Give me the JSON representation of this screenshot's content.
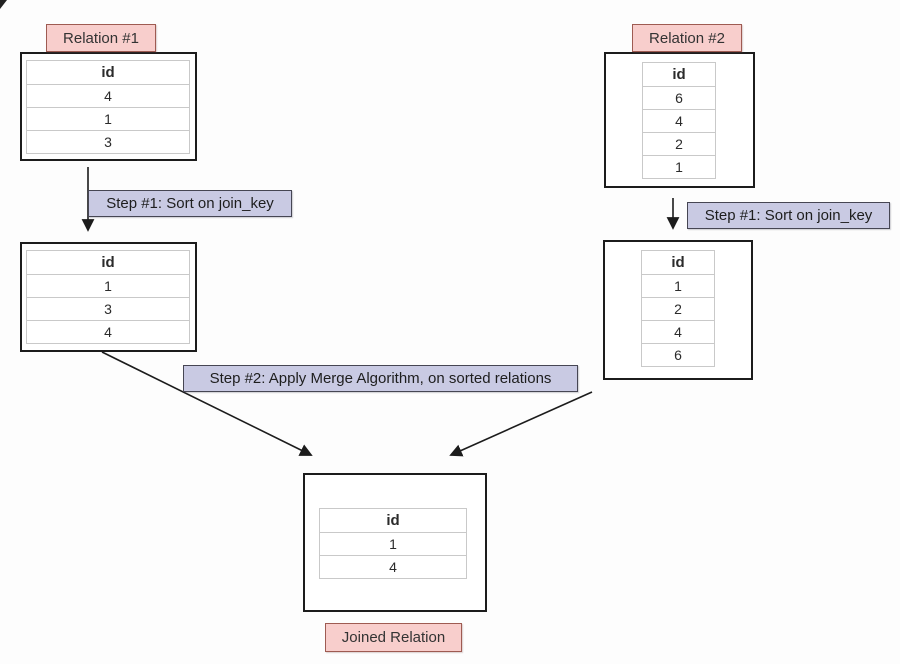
{
  "relation1": {
    "label": "Relation #1",
    "header": "id",
    "rows": [
      "4",
      "1",
      "3"
    ]
  },
  "relation1_sorted": {
    "header": "id",
    "rows": [
      "1",
      "3",
      "4"
    ]
  },
  "relation2": {
    "label": "Relation #2",
    "header": "id",
    "rows": [
      "6",
      "4",
      "2",
      "1"
    ]
  },
  "relation2_sorted": {
    "header": "id",
    "rows": [
      "1",
      "2",
      "4",
      "6"
    ]
  },
  "joined": {
    "label": "Joined Relation",
    "header": "id",
    "rows": [
      "1",
      "4"
    ]
  },
  "steps": {
    "sort_left": "Step #1: Sort on join_key",
    "sort_right": "Step #1: Sort on join_key",
    "merge": "Step #2: Apply Merge Algorithm, on sorted relations"
  },
  "colors": {
    "relation-label-bg": "#f8cecc",
    "relation-label-border": "#9e5b52",
    "step-label-bg": "#c9cae3",
    "step-label-border": "#464653",
    "box-border": "#1c1c1c",
    "grid-line": "#c9c9c9",
    "arrow": "#1c1c1c",
    "text": "#2b2b2b"
  }
}
